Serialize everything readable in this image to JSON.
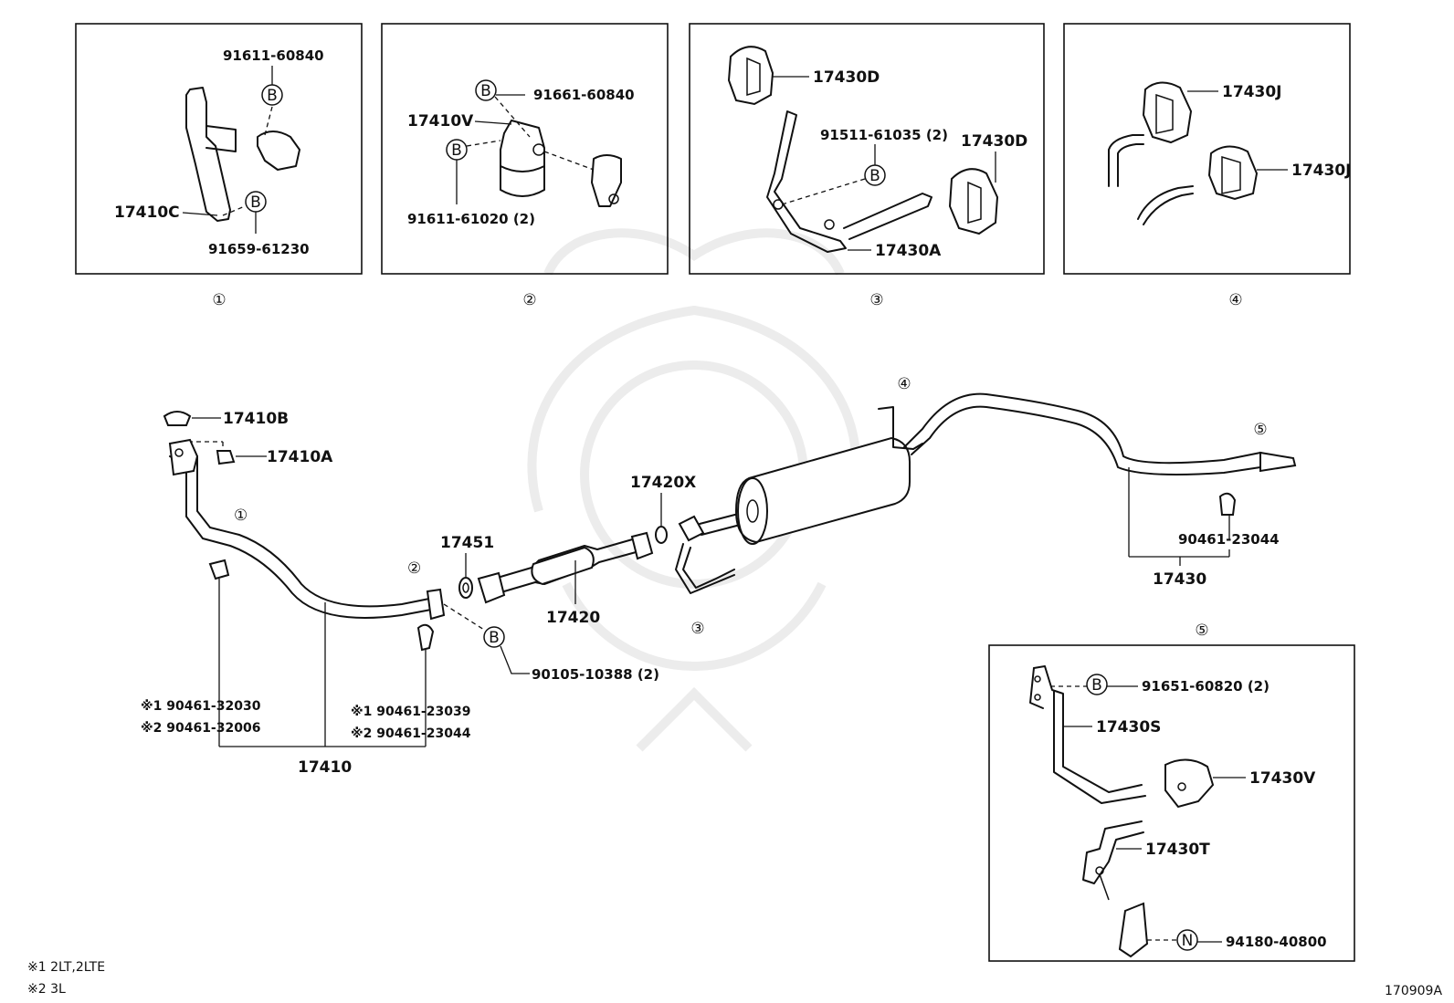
{
  "diagram_id": "170909A",
  "notes": [
    "※1 2LT,2LTE",
    "※2 3L"
  ],
  "marks": {
    "bolt": "B",
    "nut": "N"
  },
  "circle_numbers": [
    "①",
    "②",
    "③",
    "④",
    "⑤"
  ],
  "insets": {
    "inset1": {
      "pn_a": "91611-60840",
      "pn_b": "17410C",
      "pn_c": "91659-61230"
    },
    "inset2": {
      "pn_a": "91661-60840",
      "pn_b": "17410V",
      "pn_c": "91611-61020 (2)"
    },
    "inset3": {
      "pn_a": "17430D",
      "pn_b": "91511-61035 (2)",
      "pn_c": "17430D",
      "pn_d": "17430A"
    },
    "inset4": {
      "pn_a": "17430J",
      "pn_b": "17430J"
    },
    "inset5": {
      "pn_a": "91651-60820 (2)",
      "pn_b": "17430S",
      "pn_c": "17430V",
      "pn_d": "17430T",
      "pn_e": "94180-40800"
    }
  },
  "main": {
    "p17410B": "17410B",
    "p17410A": "17410A",
    "p17451": "17451",
    "p17420X": "17420X",
    "p17420": "17420",
    "p17410": "17410",
    "p17430": "17430",
    "p90105": "90105-10388 (2)",
    "p90461_23044": "90461-23044",
    "l1a": "※1 90461-32030",
    "l1b": "※2 90461-32006",
    "l2a": "※1 90461-23039",
    "l2b": "※2 90461-23044"
  }
}
